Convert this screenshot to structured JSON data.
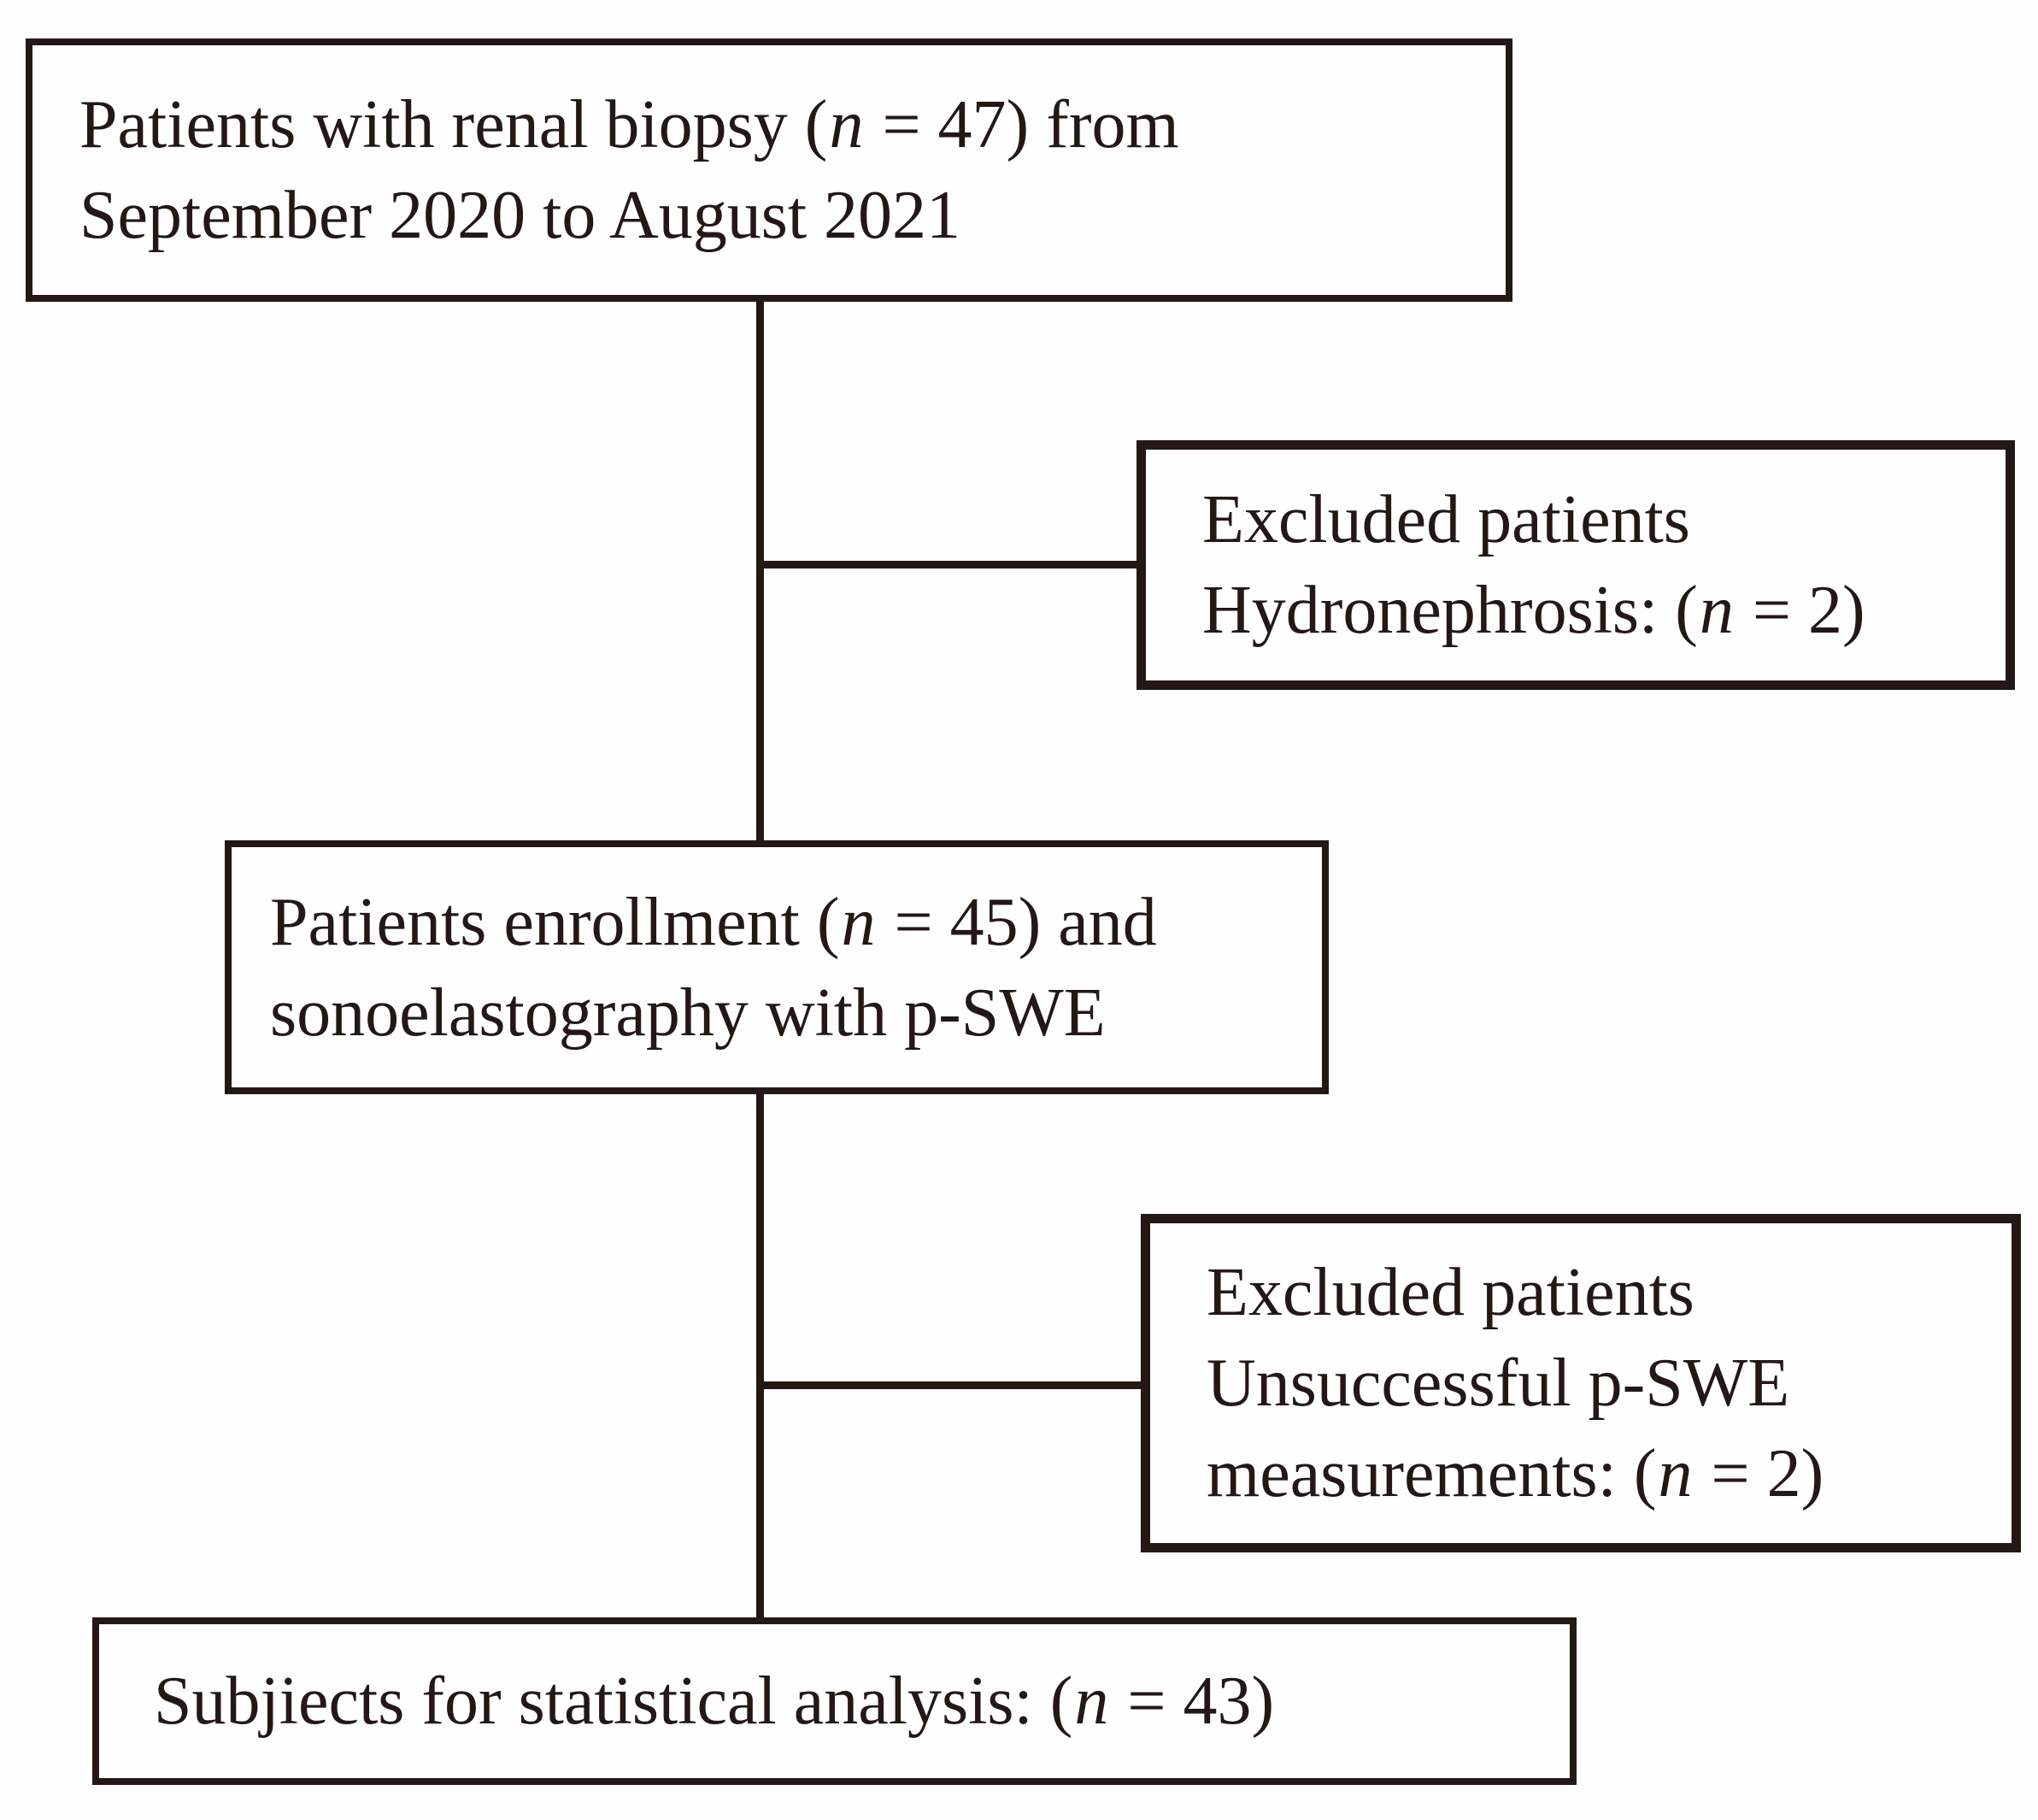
{
  "figure": {
    "type": "flowchart",
    "background_color": "#fefefe",
    "line_color": "#231815",
    "boxes": [
      {
        "id": "renal-biopsy",
        "lines": [
          [
            {
              "t": "Patients with renal biopsy ("
            },
            {
              "t": "n",
              "i": true
            },
            {
              "t": " = 47) from"
            }
          ],
          [
            {
              "t": "September 2020 to August 2021"
            }
          ]
        ]
      },
      {
        "id": "excluded-hydronephrosis",
        "lines": [
          [
            {
              "t": "Excluded patients"
            }
          ],
          [
            {
              "t": "Hydronephrosis: ("
            },
            {
              "t": "n",
              "i": true
            },
            {
              "t": " = 2)"
            }
          ]
        ]
      },
      {
        "id": "patients-enrollment",
        "lines": [
          [
            {
              "t": "Patients enrollment ("
            },
            {
              "t": "n",
              "i": true
            },
            {
              "t": " = 45) and"
            }
          ],
          [
            {
              "t": "sonoelastography with p-SWE"
            }
          ]
        ]
      },
      {
        "id": "excluded-unsuccessful-pswe",
        "lines": [
          [
            {
              "t": "Excluded patients"
            }
          ],
          [
            {
              "t": "Unsuccessful p-SWE"
            }
          ],
          [
            {
              "t": "measurements: ("
            },
            {
              "t": "n",
              "i": true
            },
            {
              "t": " = 2)"
            }
          ]
        ]
      },
      {
        "id": "statistical-analysis",
        "lines": [
          [
            {
              "t": "Subjiects for statistical analysis: ("
            },
            {
              "t": "n",
              "i": true
            },
            {
              "t": " = 43)"
            }
          ]
        ]
      }
    ]
  }
}
